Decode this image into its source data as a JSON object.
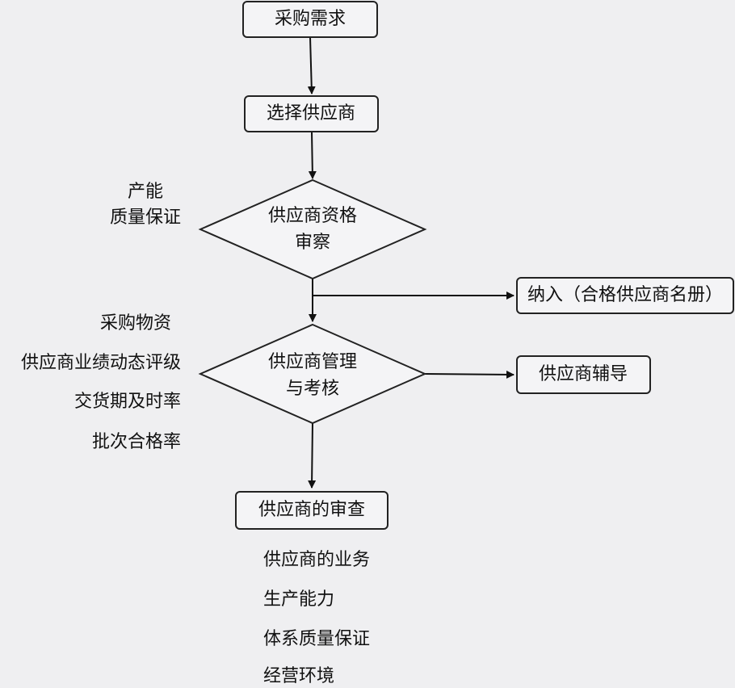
{
  "nodes": {
    "purchase_demand": "采购需求",
    "select_supplier": "选择供应商",
    "qualification_review": [
      "供应商资格",
      "审察"
    ],
    "include_list": "纳入（合格供应商名册）",
    "management_assessment": [
      "供应商管理",
      "与考核"
    ],
    "supplier_guidance": "供应商辅导",
    "supplier_audit": "供应商的审查"
  },
  "notes": {
    "qualification": [
      "产能",
      "质量保证"
    ],
    "management": [
      "采购物资",
      "供应商业绩动态评级",
      "交货期及时率",
      "批次合格率"
    ],
    "audit": [
      "供应商的业务",
      "生产能力",
      "体系质量保证",
      "经营环境"
    ]
  }
}
